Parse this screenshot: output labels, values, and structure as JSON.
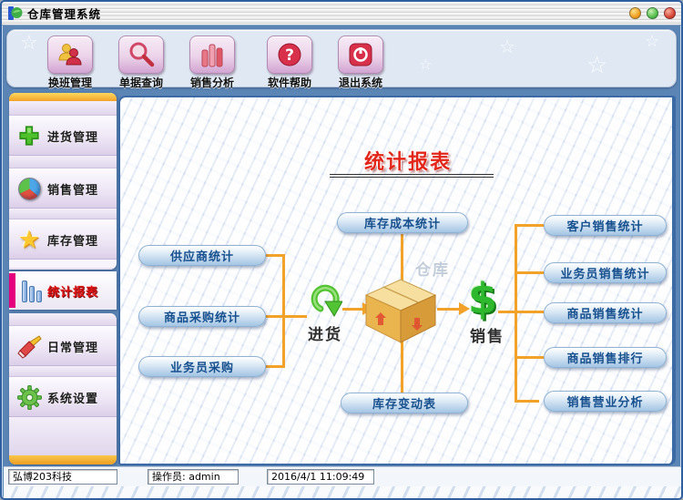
{
  "window": {
    "title": "仓库管理系统",
    "controls": [
      {
        "name": "minimize-button",
        "color": "#f0a020"
      },
      {
        "name": "maximize-button",
        "color": "#58c050"
      },
      {
        "name": "close-button",
        "color": "#d84838"
      }
    ]
  },
  "toolbar": {
    "buttons": [
      {
        "label": "换班管理",
        "icon": "people-icon"
      },
      {
        "label": "单据查询",
        "icon": "search-icon"
      },
      {
        "label": "销售分析",
        "icon": "bar-chart-icon"
      },
      {
        "label": "软件帮助",
        "icon": "help-icon"
      },
      {
        "label": "退出系统",
        "icon": "power-icon"
      }
    ]
  },
  "sidebar": {
    "items": [
      {
        "label": "进货管理",
        "icon": "plus-icon",
        "active": false
      },
      {
        "label": "销售管理",
        "icon": "pie-icon",
        "active": false
      },
      {
        "label": "库存管理",
        "icon": "star-icon",
        "active": false
      },
      {
        "label": "统计报表",
        "icon": "bars-icon",
        "active": true
      },
      {
        "label": "日常管理",
        "icon": "brush-icon",
        "active": false
      },
      {
        "label": "系统设置",
        "icon": "gear-icon",
        "active": false
      }
    ]
  },
  "main": {
    "title": "统计报表",
    "top_button": "库存成本统计",
    "bottom_button": "库存变动表",
    "left_buttons": [
      "供应商统计",
      "商品采购统计",
      "业务员采购"
    ],
    "right_buttons": [
      "客户销售统计",
      "业务员销售统计",
      "商品销售统计",
      "商品销售排行",
      "销售营业分析"
    ],
    "purchase_label": "进货",
    "warehouse_label": "仓库",
    "sales_label": "销售",
    "dollar_glyph": "$"
  },
  "statusbar": {
    "company": "弘博203科技",
    "operator": "操作员: admin",
    "datetime": "2016/4/1 11:09:49"
  },
  "colors": {
    "accent_orange": "#f2a229",
    "active_magenta": "#e5007d",
    "title_red": "#e2261a",
    "pill_text_blue": "#17508e",
    "dollar_green": "#2eb82e",
    "frame_blue": "#5b85b5"
  }
}
